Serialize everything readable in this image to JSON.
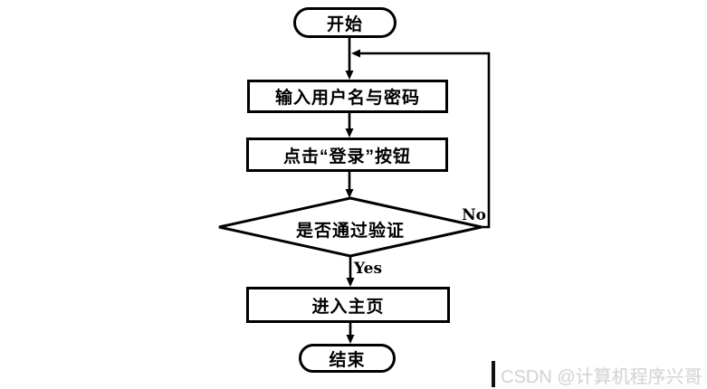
{
  "flowchart": {
    "nodes": [
      {
        "id": "start",
        "type": "terminator",
        "label": "开始"
      },
      {
        "id": "input-credentials",
        "type": "process",
        "label": "输入用户名与密码"
      },
      {
        "id": "click-login",
        "type": "process",
        "label": "点击“登录”按钮"
      },
      {
        "id": "verify",
        "type": "decision",
        "label": "是否通过验证"
      },
      {
        "id": "enter-home",
        "type": "process",
        "label": "进入主页"
      },
      {
        "id": "end",
        "type": "terminator",
        "label": "结束"
      }
    ],
    "edges": {
      "yes_label": "Yes",
      "no_label": "No"
    },
    "line_color": "#000000",
    "node_fill": "#ffffff"
  },
  "watermark": {
    "text": "CSDN @计算机程序兴哥",
    "text_color": "#d4d4d4",
    "bar_color": "#111111"
  }
}
